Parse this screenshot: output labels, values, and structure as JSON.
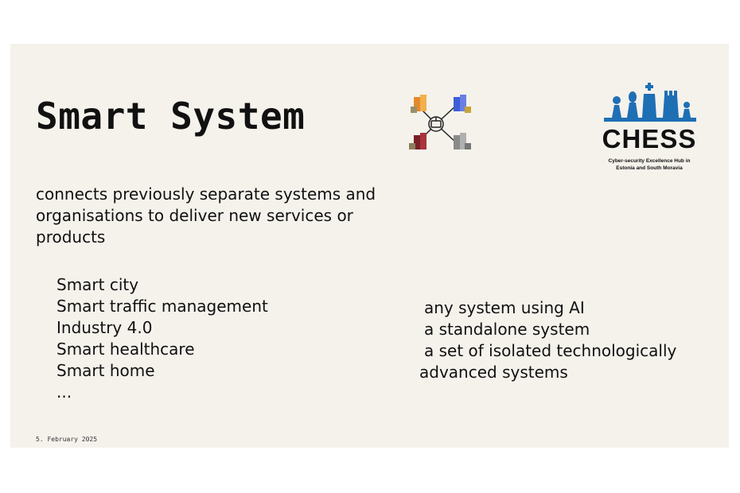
{
  "slide": {
    "title": "Smart System",
    "intro": "connects previously separate systems and organisations to deliver new services or products",
    "examples": [
      "Smart city",
      "Smart traffic management",
      "Industry 4.0",
      "Smart healthcare",
      "Smart home",
      "..."
    ],
    "non_examples": [
      "any system using AI",
      "a standalone system",
      "a set of isolated technologically",
      "advanced systems"
    ],
    "date": "5. February 2025"
  },
  "logo": {
    "name": "CHESS",
    "tagline_line1": "Cyber-security Excellence Hub in",
    "tagline_line2": "Estonia and South Moravia",
    "color": "#1f6fb5"
  },
  "icons": {
    "network": "connected-buildings-network-icon"
  }
}
